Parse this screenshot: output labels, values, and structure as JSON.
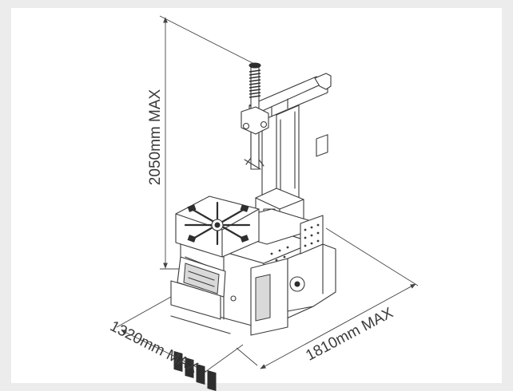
{
  "diagram": {
    "height_label": "2050mm MAX",
    "width_label": "1320mm MAX",
    "depth_label": "1810mm MAX"
  },
  "icons": [
    "tire-changer-machine-drawing",
    "dimension-arrow"
  ],
  "colors": {
    "background": "#ececec",
    "panel": "#ffffff",
    "line": "#3a3a3a"
  }
}
